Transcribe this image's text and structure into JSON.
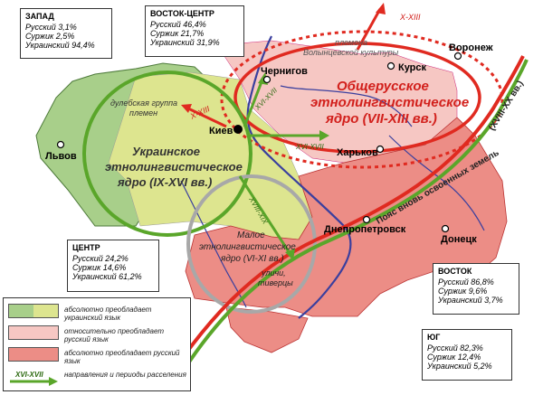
{
  "regions": {
    "west": {
      "title": "ЗАПАД",
      "lines": [
        "Русский 3,1%",
        "Суржик 2,5%",
        "Украинский 94,4%"
      ]
    },
    "east_center": {
      "title": "ВОСТОК-ЦЕНТР",
      "lines": [
        "Русский 46,4%",
        "Суржик 21,7%",
        "Украинский 31,9%"
      ]
    },
    "center": {
      "title": "ЦЕНТР",
      "lines": [
        "Русский 24,2%",
        "Суржик 14,6%",
        "Украинский 61,2%"
      ]
    },
    "east": {
      "title": "ВОСТОК",
      "lines": [
        "Русский 86,8%",
        "Суржик 9,6%",
        "Украинский 3,7%"
      ]
    },
    "south": {
      "title": "ЮГ",
      "lines": [
        "Русский 82,3%",
        "Суржик 12,4%",
        "Украинский 5,2%"
      ]
    }
  },
  "cities": {
    "chernigov": "Чернигов",
    "kursk": "Курск",
    "voronezh": "Воронеж",
    "kiev": "Киев",
    "kharkov": "Харьков",
    "lvov": "Львов",
    "dnepropetrovsk": "Днепропетровск",
    "donetsk": "Донецк"
  },
  "labels": {
    "volyntsevskaya_1": "племена",
    "volyntsevskaya_2": "Волынцевской культуры",
    "russian_core_1": "Общерусское",
    "russian_core_2": "этнолингвистическое",
    "russian_core_3": "ядро (VII-XIII вв.)",
    "dulebs_1": "дулебская группа",
    "dulebs_2": "племен",
    "ukr_core_1": "Украинское",
    "ukr_core_2": "этнолингвистическое",
    "ukr_core_3": "ядро (IX-XVI вв.)",
    "malo_core_1": "Малое",
    "malo_core_2": "этнолингвистическое",
    "malo_core_3": "ядро (VI-XI вв.)",
    "ulichi_1": "уличи,",
    "ulichi_2": "тиверцы",
    "new_lands_1": "Пояс вновь освоенных земель",
    "new_lands_2": "(XVIII-XX вв.)"
  },
  "arrows": {
    "x_xiii_top": "X-XIII",
    "x_xiii_west": "X-XIII",
    "xvi_xvii_north": "XVI-XVII",
    "xvi_xvii_east": "XVI-XVII",
    "xviii_xix": "XVIII-XIX"
  },
  "legend": {
    "items": [
      {
        "label": "абсолютно преобладает украинский язык"
      },
      {
        "label": "относительно преобладает русский язык"
      },
      {
        "label": "абсолютно преобладает русский язык"
      },
      {
        "label": "направления и периоды расселения",
        "arrow_text": "XVI-XVII"
      }
    ]
  },
  "colors": {
    "ukrainian_absolute": "#a8cf8a",
    "ukrainian_center": "#dde58f",
    "russian_relative": "#f6c7c3",
    "russian_absolute": "#ec8d86",
    "river": "#3a3f9e",
    "red_line": "#e02a20",
    "green_line": "#5aa62a",
    "grey_circle": "#a8a8a8"
  }
}
